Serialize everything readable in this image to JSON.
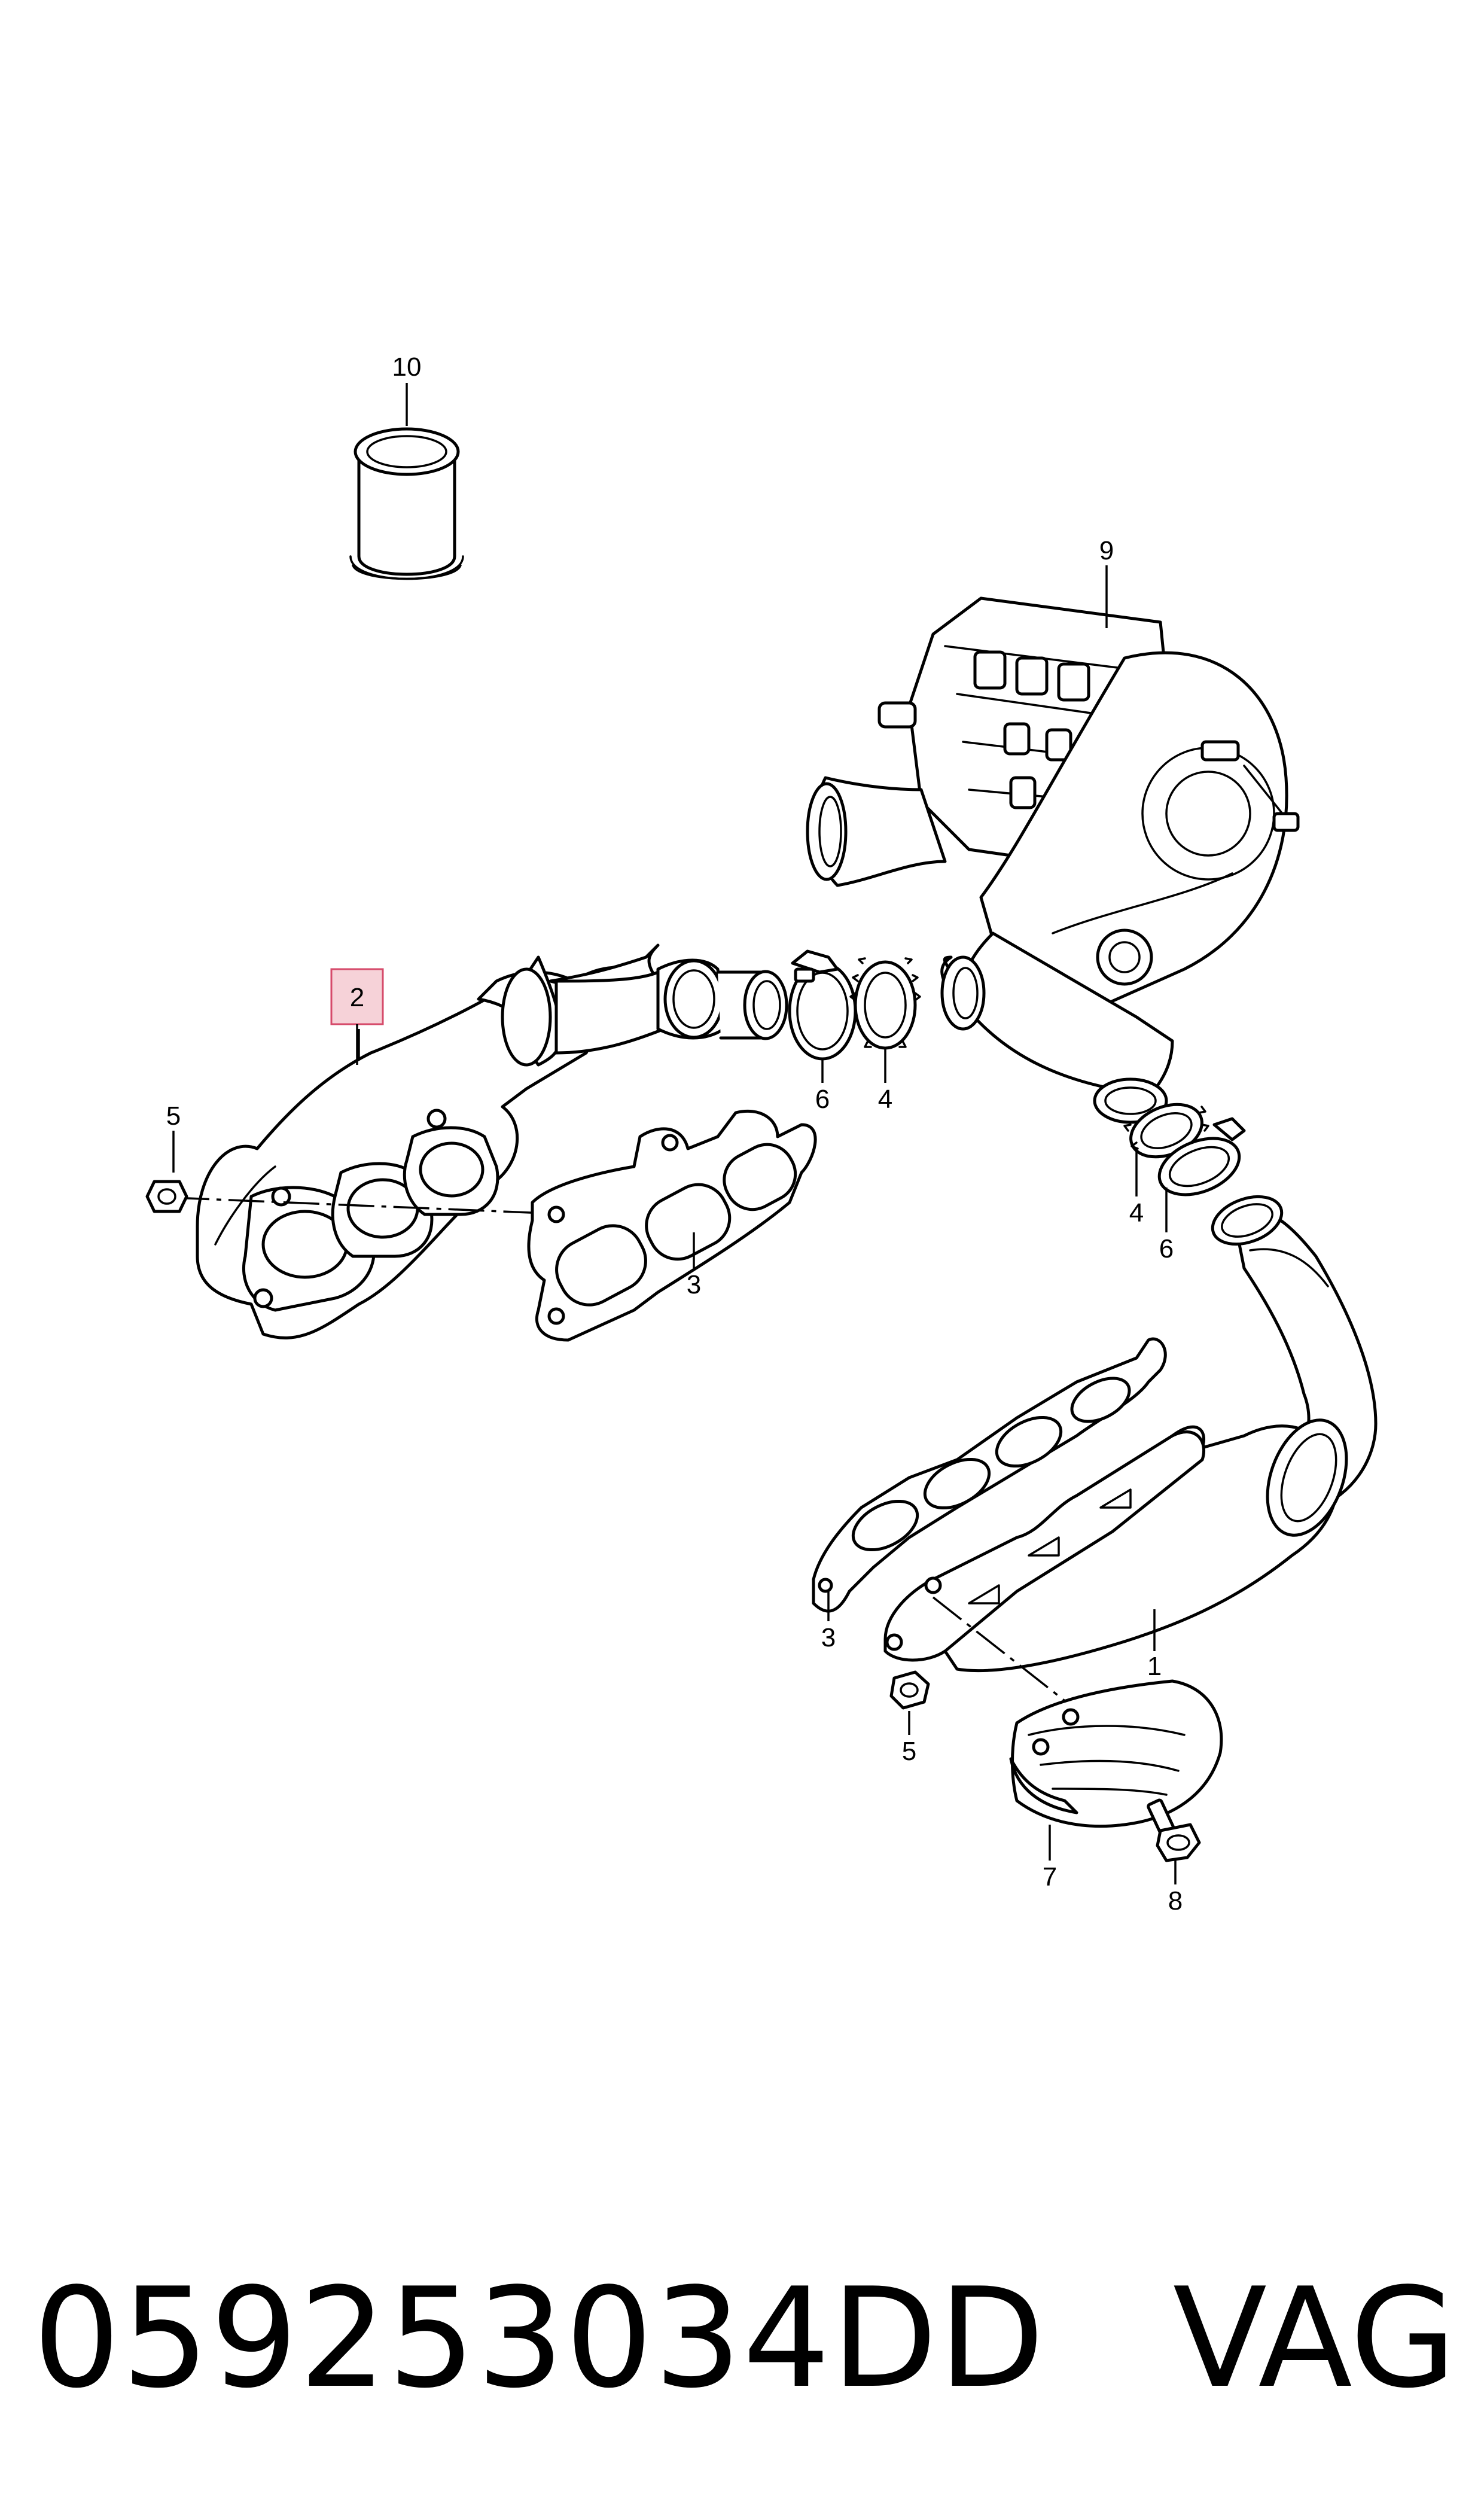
{
  "diagram": {
    "callouts": {
      "c1": "1",
      "c2": "2",
      "c3a": "3",
      "c3b": "3",
      "c4a": "4",
      "c4b": "4",
      "c5a": "5",
      "c5b": "5",
      "c6a": "6",
      "c6b": "6",
      "c7": "7",
      "c8": "8",
      "c9": "9",
      "c10": "10"
    },
    "highlighted_callout": "2",
    "highlight_color": "#f6d2d8",
    "highlight_border_color": "#d64a6a"
  },
  "caption": {
    "part_number": "059253034DD",
    "brand": "VAG"
  }
}
